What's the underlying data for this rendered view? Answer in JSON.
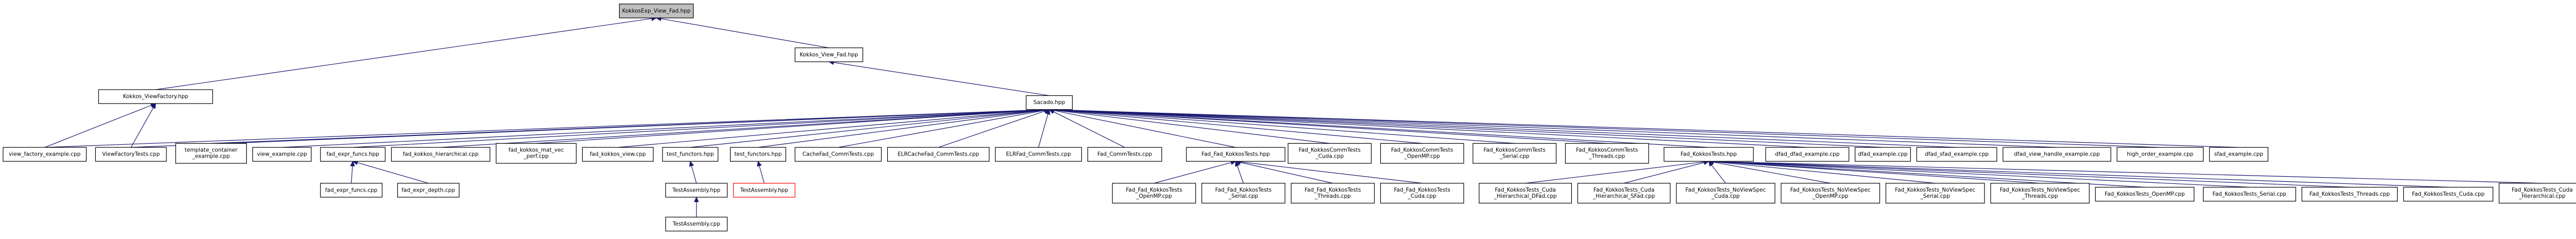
{
  "nodes": [
    {
      "id": "root",
      "lines": [
        "KokkosExp_View_Fad.hpp"
      ],
      "root": true
    },
    {
      "id": "kvfad",
      "lines": [
        "Kokkos_View_Fad.hpp"
      ]
    },
    {
      "id": "kvfac",
      "lines": [
        "Kokkos_ViewFactory.hpp"
      ]
    },
    {
      "id": "sacado",
      "lines": [
        "Sacado.hpp"
      ]
    },
    {
      "id": "vfex",
      "lines": [
        "view_factory_example.cpp"
      ]
    },
    {
      "id": "vft",
      "lines": [
        "ViewFactoryTests.cpp"
      ]
    },
    {
      "id": "tce",
      "lines": [
        "template_container",
        "_example.cpp"
      ]
    },
    {
      "id": "vex",
      "lines": [
        "view_example.cpp"
      ]
    },
    {
      "id": "fef",
      "lines": [
        "fad_expr_funcs.hpp"
      ]
    },
    {
      "id": "fkh",
      "lines": [
        "fad_kokkos_hierarchical.cpp"
      ]
    },
    {
      "id": "fkmv",
      "lines": [
        "fad_kokkos_mat_vec",
        "_perf.cpp"
      ]
    },
    {
      "id": "fkv",
      "lines": [
        "fad_kokkos_view.cpp"
      ]
    },
    {
      "id": "tf1",
      "lines": [
        "test_functors.hpp"
      ]
    },
    {
      "id": "tf2",
      "lines": [
        "test_functors.hpp"
      ]
    },
    {
      "id": "cfct",
      "lines": [
        "CacheFad_CommTests.cpp"
      ]
    },
    {
      "id": "elrc",
      "lines": [
        "ELRCacheFad_CommTests.cpp"
      ]
    },
    {
      "id": "elrf",
      "lines": [
        "ELRFad_CommTests.cpp"
      ]
    },
    {
      "id": "fct",
      "lines": [
        "Fad_CommTests.cpp"
      ]
    },
    {
      "id": "ffkt",
      "lines": [
        "Fad_Fad_KokkosTests.hpp"
      ]
    },
    {
      "id": "fkcc",
      "lines": [
        "Fad_KokkosCommTests",
        "_Cuda.cpp"
      ]
    },
    {
      "id": "fkco",
      "lines": [
        "Fad_KokkosCommTests",
        "_OpenMP.cpp"
      ]
    },
    {
      "id": "fkcs",
      "lines": [
        "Fad_KokkosCommTests",
        "_Serial.cpp"
      ]
    },
    {
      "id": "fkct",
      "lines": [
        "Fad_KokkosCommTests",
        "_Threads.cpp"
      ]
    },
    {
      "id": "fkt",
      "lines": [
        "Fad_KokkosTests.hpp"
      ]
    },
    {
      "id": "dfex",
      "lines": [
        "dfad_dfad_example.cpp"
      ]
    },
    {
      "id": "dex",
      "lines": [
        "dfad_example.cpp"
      ]
    },
    {
      "id": "dsex",
      "lines": [
        "dfad_sfad_example.cpp"
      ]
    },
    {
      "id": "dvh",
      "lines": [
        "dfad_view_handle_example.cpp"
      ]
    },
    {
      "id": "hoe",
      "lines": [
        "high_order_example.cpp"
      ]
    },
    {
      "id": "sex",
      "lines": [
        "sfad_example.cpp"
      ]
    },
    {
      "id": "fefc",
      "lines": [
        "fad_expr_funcs.cpp"
      ]
    },
    {
      "id": "fed",
      "lines": [
        "fad_expr_depth.cpp"
      ]
    },
    {
      "id": "ta1",
      "lines": [
        "TestAssembly.hpp"
      ]
    },
    {
      "id": "ta2",
      "lines": [
        "TestAssembly.hpp"
      ],
      "missing": true
    },
    {
      "id": "tacpp",
      "lines": [
        "TestAssembly.cpp"
      ]
    },
    {
      "id": "ffko",
      "lines": [
        "Fad_Fad_KokkosTests",
        "_OpenMP.cpp"
      ]
    },
    {
      "id": "ffks",
      "lines": [
        "Fad_Fad_KokkosTests",
        "_Serial.cpp"
      ]
    },
    {
      "id": "ffkth",
      "lines": [
        "Fad_Fad_KokkosTests",
        "_Threads.cpp"
      ]
    },
    {
      "id": "ffkc",
      "lines": [
        "Fad_Fad_KokkosTests",
        "_Cuda.cpp"
      ]
    },
    {
      "id": "fkchd",
      "lines": [
        "Fad_KokkosTests_Cuda",
        "_Hierarchical_DFad.cpp"
      ]
    },
    {
      "id": "fkchs",
      "lines": [
        "Fad_KokkosTests_Cuda",
        "_Hierarchical_SFad.cpp"
      ]
    },
    {
      "id": "fknvc",
      "lines": [
        "Fad_KokkosTests_NoViewSpec",
        "_Cuda.cpp"
      ]
    },
    {
      "id": "fknvo",
      "lines": [
        "Fad_KokkosTests_NoViewSpec",
        "_OpenMP.cpp"
      ]
    },
    {
      "id": "fknvs",
      "lines": [
        "Fad_KokkosTests_NoViewSpec",
        "_Serial.cpp"
      ]
    },
    {
      "id": "fknvt",
      "lines": [
        "Fad_KokkosTests_NoViewSpec",
        "_Threads.cpp"
      ]
    },
    {
      "id": "fkto",
      "lines": [
        "Fad_KokkosTests_OpenMP.cpp"
      ]
    },
    {
      "id": "fkts",
      "lines": [
        "Fad_KokkosTests_Serial.cpp"
      ]
    },
    {
      "id": "fktt",
      "lines": [
        "Fad_KokkosTests_Threads.cpp"
      ]
    },
    {
      "id": "fktc",
      "lines": [
        "Fad_KokkosTests_Cuda.cpp"
      ]
    },
    {
      "id": "fktch",
      "lines": [
        "Fad_KokkosTests_Cuda",
        "_Hierarchical.cpp"
      ]
    }
  ],
  "edges": [
    [
      "kvfad",
      "root"
    ],
    [
      "kvfac",
      "root"
    ],
    [
      "sacado",
      "kvfad"
    ],
    [
      "vfex",
      "kvfac"
    ],
    [
      "vft",
      "kvfac"
    ],
    [
      "vfex",
      "sacado"
    ],
    [
      "vft",
      "sacado"
    ],
    [
      "tce",
      "sacado"
    ],
    [
      "vex",
      "sacado"
    ],
    [
      "fef",
      "sacado"
    ],
    [
      "fkh",
      "sacado"
    ],
    [
      "fkmv",
      "sacado"
    ],
    [
      "fkv",
      "sacado"
    ],
    [
      "tf1",
      "sacado"
    ],
    [
      "tf2",
      "sacado"
    ],
    [
      "cfct",
      "sacado"
    ],
    [
      "elrc",
      "sacado"
    ],
    [
      "elrf",
      "sacado"
    ],
    [
      "fct",
      "sacado"
    ],
    [
      "ffkt",
      "sacado"
    ],
    [
      "fkcc",
      "sacado"
    ],
    [
      "fkco",
      "sacado"
    ],
    [
      "fkcs",
      "sacado"
    ],
    [
      "fkct",
      "sacado"
    ],
    [
      "fkt",
      "sacado"
    ],
    [
      "dfex",
      "sacado"
    ],
    [
      "dex",
      "sacado"
    ],
    [
      "dsex",
      "sacado"
    ],
    [
      "dvh",
      "sacado"
    ],
    [
      "hoe",
      "sacado"
    ],
    [
      "sex",
      "sacado"
    ],
    [
      "fefc",
      "fef"
    ],
    [
      "fed",
      "fef"
    ],
    [
      "ta1",
      "tf1"
    ],
    [
      "ta2",
      "tf2"
    ],
    [
      "tacpp",
      "ta1"
    ],
    [
      "ffko",
      "ffkt"
    ],
    [
      "ffks",
      "ffkt"
    ],
    [
      "ffkth",
      "ffkt"
    ],
    [
      "ffkc",
      "ffkt"
    ],
    [
      "fkchd",
      "fkt"
    ],
    [
      "fkchs",
      "fkt"
    ],
    [
      "fknvc",
      "fkt"
    ],
    [
      "fknvo",
      "fkt"
    ],
    [
      "fknvs",
      "fkt"
    ],
    [
      "fknvt",
      "fkt"
    ],
    [
      "fkto",
      "fkt"
    ],
    [
      "fkts",
      "fkt"
    ],
    [
      "fktt",
      "fkt"
    ],
    [
      "fktc",
      "fkt"
    ],
    [
      "fktch",
      "fkt"
    ]
  ],
  "colors": {
    "edge": "#191970",
    "root_fill": "#bfbfbf",
    "missing_border": "#ff0000"
  }
}
